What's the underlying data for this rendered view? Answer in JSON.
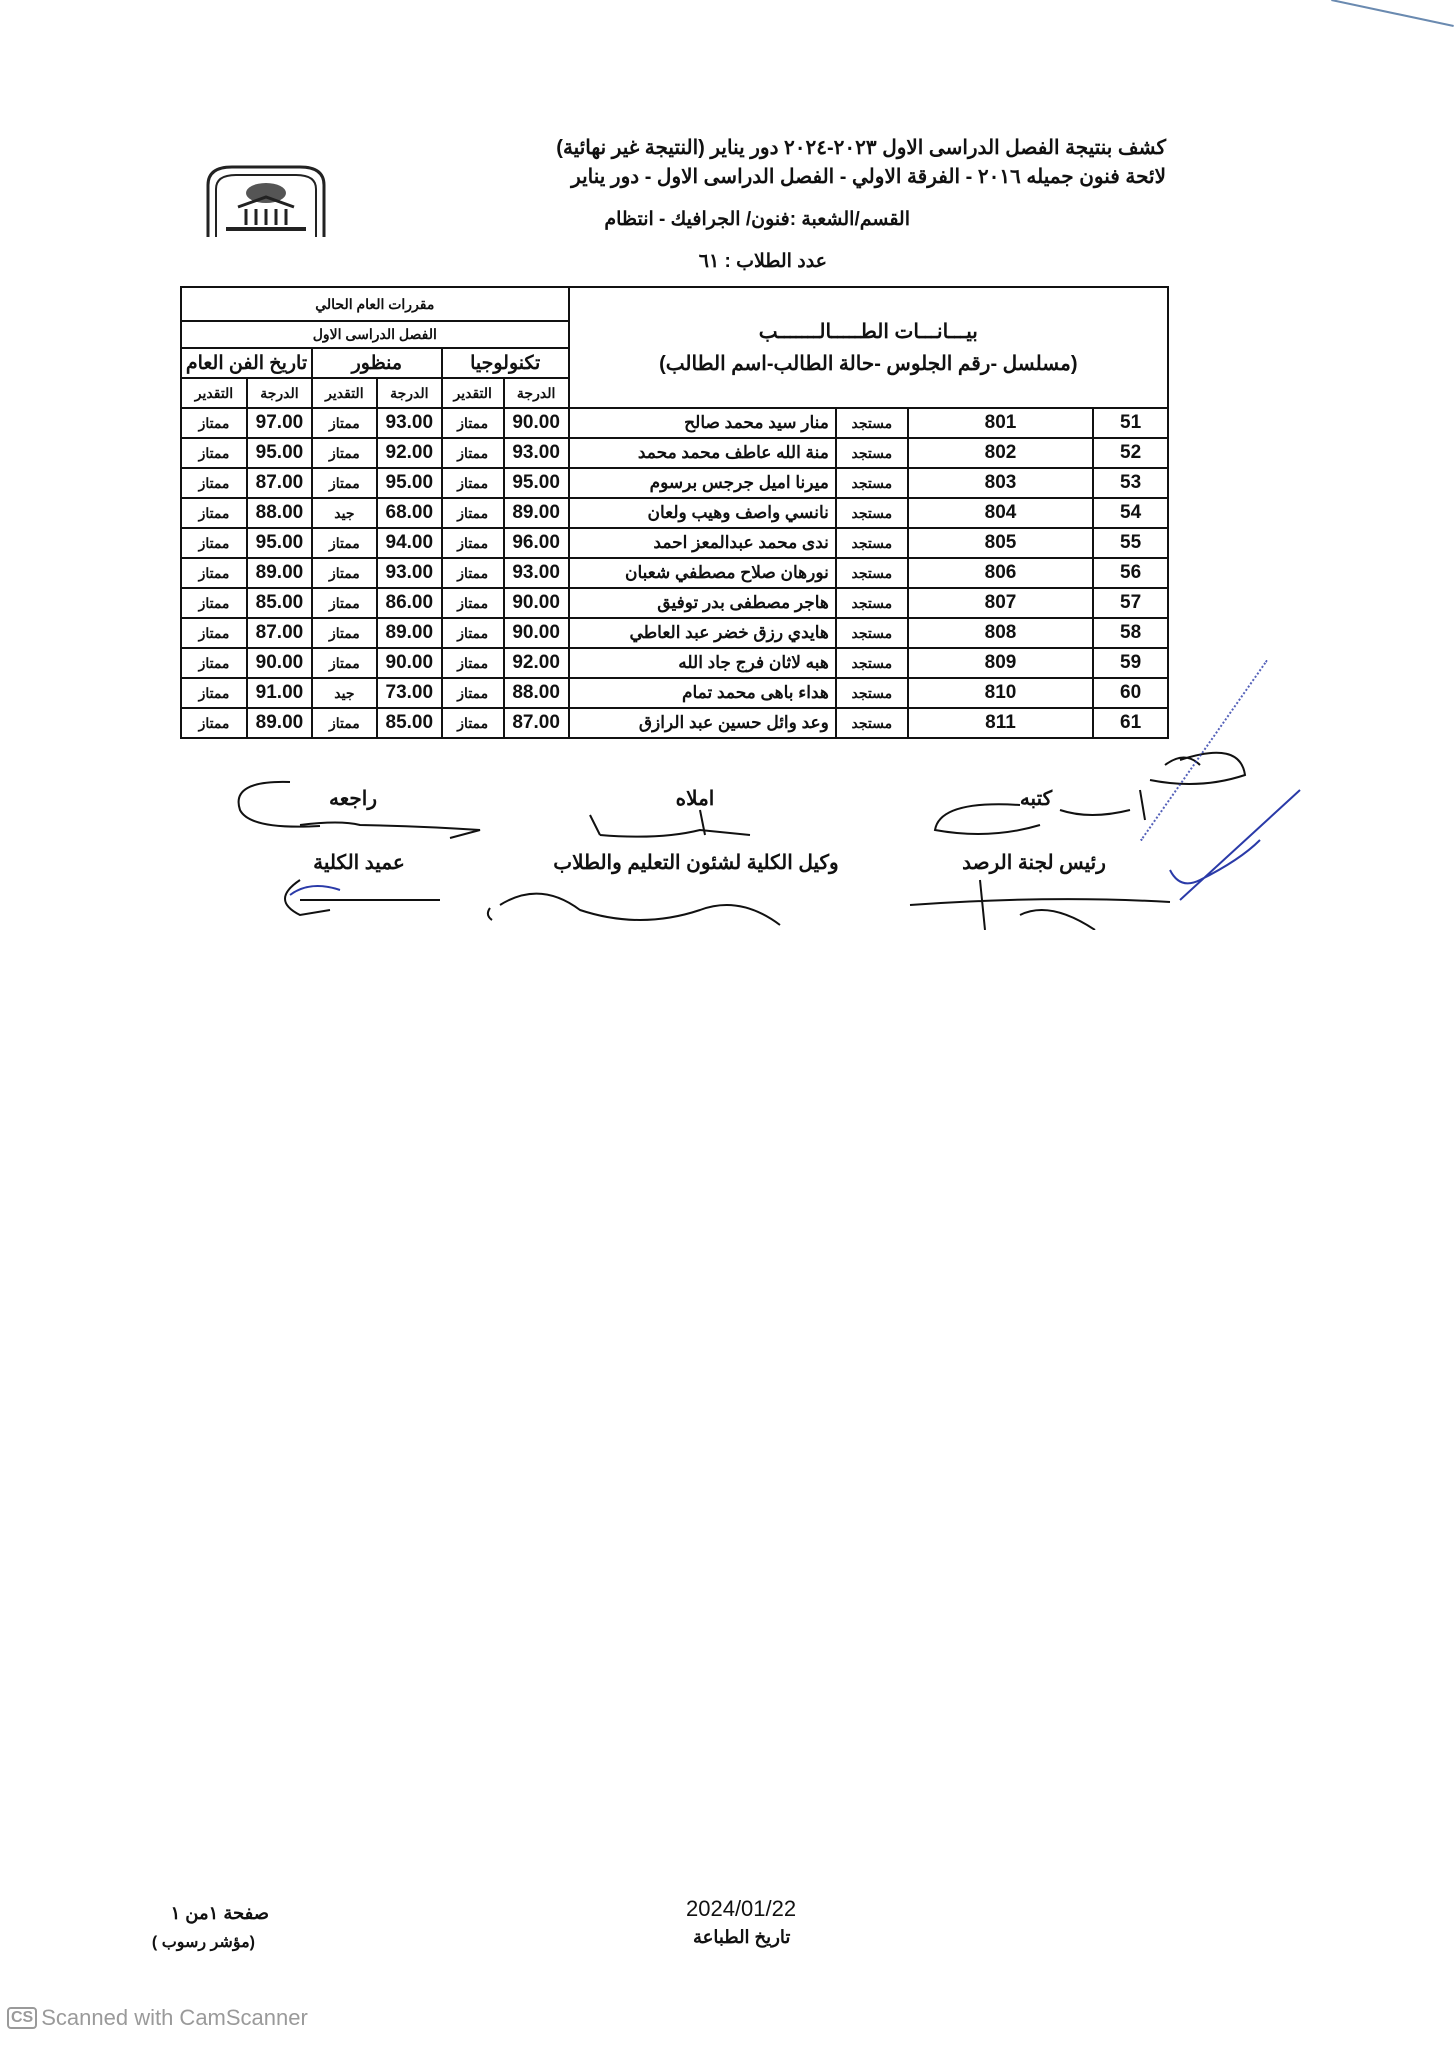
{
  "header": {
    "line1": "كشف بنتيجة الفصل الدراسى الاول  ٢٠٢٣-٢٠٢٤ دور يناير  (النتيجة غير نهائية)",
    "line2": "لائحة فنون جميله ٢٠١٦ - الفرقة الاولي - الفصل الدراسى الاول - دور يناير",
    "department": "القسم/الشعبة :فنون/ الجرافيك - انتظام",
    "student_count": "عدد الطلاب : ٦١"
  },
  "table": {
    "student_data_title": "بيـــانـــات الطـــــالـــــــب",
    "student_data_sub": "(مسلسل -رقم الجلوس -حالة الطالب-اسم الطالب)",
    "courses_title": "مقررات العام الحالي",
    "semester": "الفصل الدراسى الاول",
    "subjects": [
      "تكنولوجيا",
      "منظور",
      "تاريخ الفن العام"
    ],
    "grade_label": "الدرجة",
    "rating_label": "التقدير",
    "rows": [
      {
        "serial": "51",
        "seat": "801",
        "status": "مستجد",
        "name": "منار سيد محمد صالح",
        "g": [
          "90.00",
          "ممتاز",
          "93.00",
          "ممتاز",
          "97.00",
          "ممتاز"
        ]
      },
      {
        "serial": "52",
        "seat": "802",
        "status": "مستجد",
        "name": "منة الله عاطف محمد محمد",
        "g": [
          "93.00",
          "ممتاز",
          "92.00",
          "ممتاز",
          "95.00",
          "ممتاز"
        ]
      },
      {
        "serial": "53",
        "seat": "803",
        "status": "مستجد",
        "name": "ميرنا اميل جرجس برسوم",
        "g": [
          "95.00",
          "ممتاز",
          "95.00",
          "ممتاز",
          "87.00",
          "ممتاز"
        ]
      },
      {
        "serial": "54",
        "seat": "804",
        "status": "مستجد",
        "name": "نانسي واصف وهيب ولعان",
        "g": [
          "89.00",
          "ممتاز",
          "68.00",
          "جيد",
          "88.00",
          "ممتاز"
        ]
      },
      {
        "serial": "55",
        "seat": "805",
        "status": "مستجد",
        "name": "ندى محمد عبدالمعز احمد",
        "g": [
          "96.00",
          "ممتاز",
          "94.00",
          "ممتاز",
          "95.00",
          "ممتاز"
        ]
      },
      {
        "serial": "56",
        "seat": "806",
        "status": "مستجد",
        "name": "نورهان صلاح مصطفي شعبان",
        "g": [
          "93.00",
          "ممتاز",
          "93.00",
          "ممتاز",
          "89.00",
          "ممتاز"
        ]
      },
      {
        "serial": "57",
        "seat": "807",
        "status": "مستجد",
        "name": "هاجر مصطفى بدر توفيق",
        "g": [
          "90.00",
          "ممتاز",
          "86.00",
          "ممتاز",
          "85.00",
          "ممتاز"
        ]
      },
      {
        "serial": "58",
        "seat": "808",
        "status": "مستجد",
        "name": "هايدي رزق خضر عبد العاطي",
        "g": [
          "90.00",
          "ممتاز",
          "89.00",
          "ممتاز",
          "87.00",
          "ممتاز"
        ]
      },
      {
        "serial": "59",
        "seat": "809",
        "status": "مستجد",
        "name": "هبه لاثان فرج جاد الله",
        "g": [
          "92.00",
          "ممتاز",
          "90.00",
          "ممتاز",
          "90.00",
          "ممتاز"
        ]
      },
      {
        "serial": "60",
        "seat": "810",
        "status": "مستجد",
        "name": "هداء باهى محمد تمام",
        "g": [
          "88.00",
          "ممتاز",
          "73.00",
          "جيد",
          "91.00",
          "ممتاز"
        ]
      },
      {
        "serial": "61",
        "seat": "811",
        "status": "مستجد",
        "name": "وعد وائل حسين عبد الرازق",
        "g": [
          "87.00",
          "ممتاز",
          "85.00",
          "ممتاز",
          "89.00",
          "ممتاز"
        ]
      }
    ]
  },
  "signatures": {
    "written_by": "كتبه",
    "dictated_by": "املاه",
    "reviewed_by": "راجعه",
    "committee_head": "رئيس لجنة الرصد",
    "vice_dean": "وكيل الكلية لشئون التعليم والطلاب",
    "dean": "عميد الكلية"
  },
  "footer": {
    "page": "صفحة ١من ١",
    "fail_indicator": "(مؤشر رسوب )",
    "print_date": "2024/01/22",
    "print_date_label": "تاريخ الطباعة"
  },
  "watermark": {
    "logo": "CS",
    "text": "Scanned with CamScanner"
  }
}
